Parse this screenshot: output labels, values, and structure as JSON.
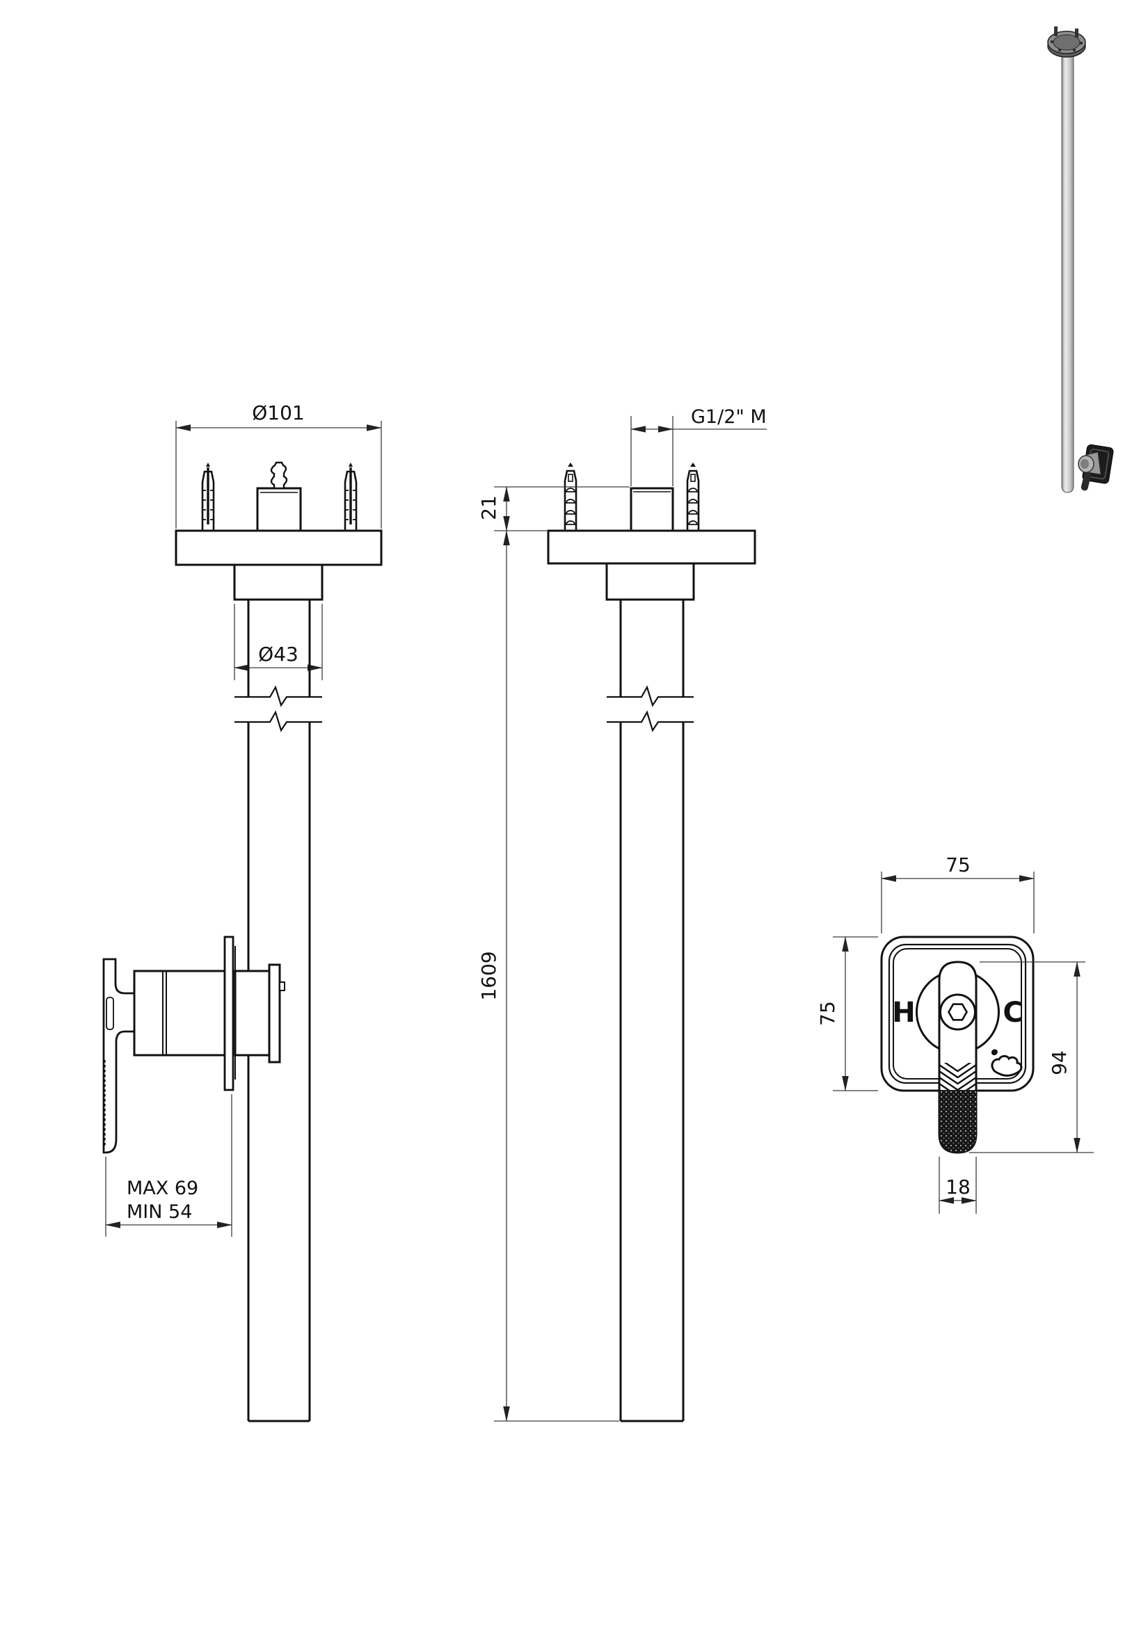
{
  "drawing": {
    "type": "technical-drawing-ceiling-mounted-mixer-tap",
    "background": "#ffffff",
    "stroke_color": "#111111",
    "dimension_color": "#3c3c3c",
    "front_view": {
      "dim_flange_diameter": "Ø101",
      "dim_collar_diameter": "Ø43",
      "dim_handle_clearance_max": "MAX 69",
      "dim_handle_clearance_min": "MIN 54"
    },
    "side_view": {
      "dim_thread": "G1/2\" M",
      "dim_thread_protrusion": "21",
      "dim_overall_length": "1609"
    },
    "faceplate_detail": {
      "dim_plate_width": "75",
      "dim_plate_height": "75",
      "dim_handle_length": "94",
      "dim_handle_width": "18",
      "label_hot": "H",
      "label_cold": "C",
      "icons": {
        "socket": "hex-socket-icon",
        "basin": "hand-wash-icon"
      }
    },
    "perspective_view": {
      "colors": {
        "metal_light": "#e9e9e9",
        "metal_mid": "#b5b5b5",
        "metal_dark": "#8a8a8a",
        "fitting_dark": "#1c1c1c"
      }
    }
  }
}
